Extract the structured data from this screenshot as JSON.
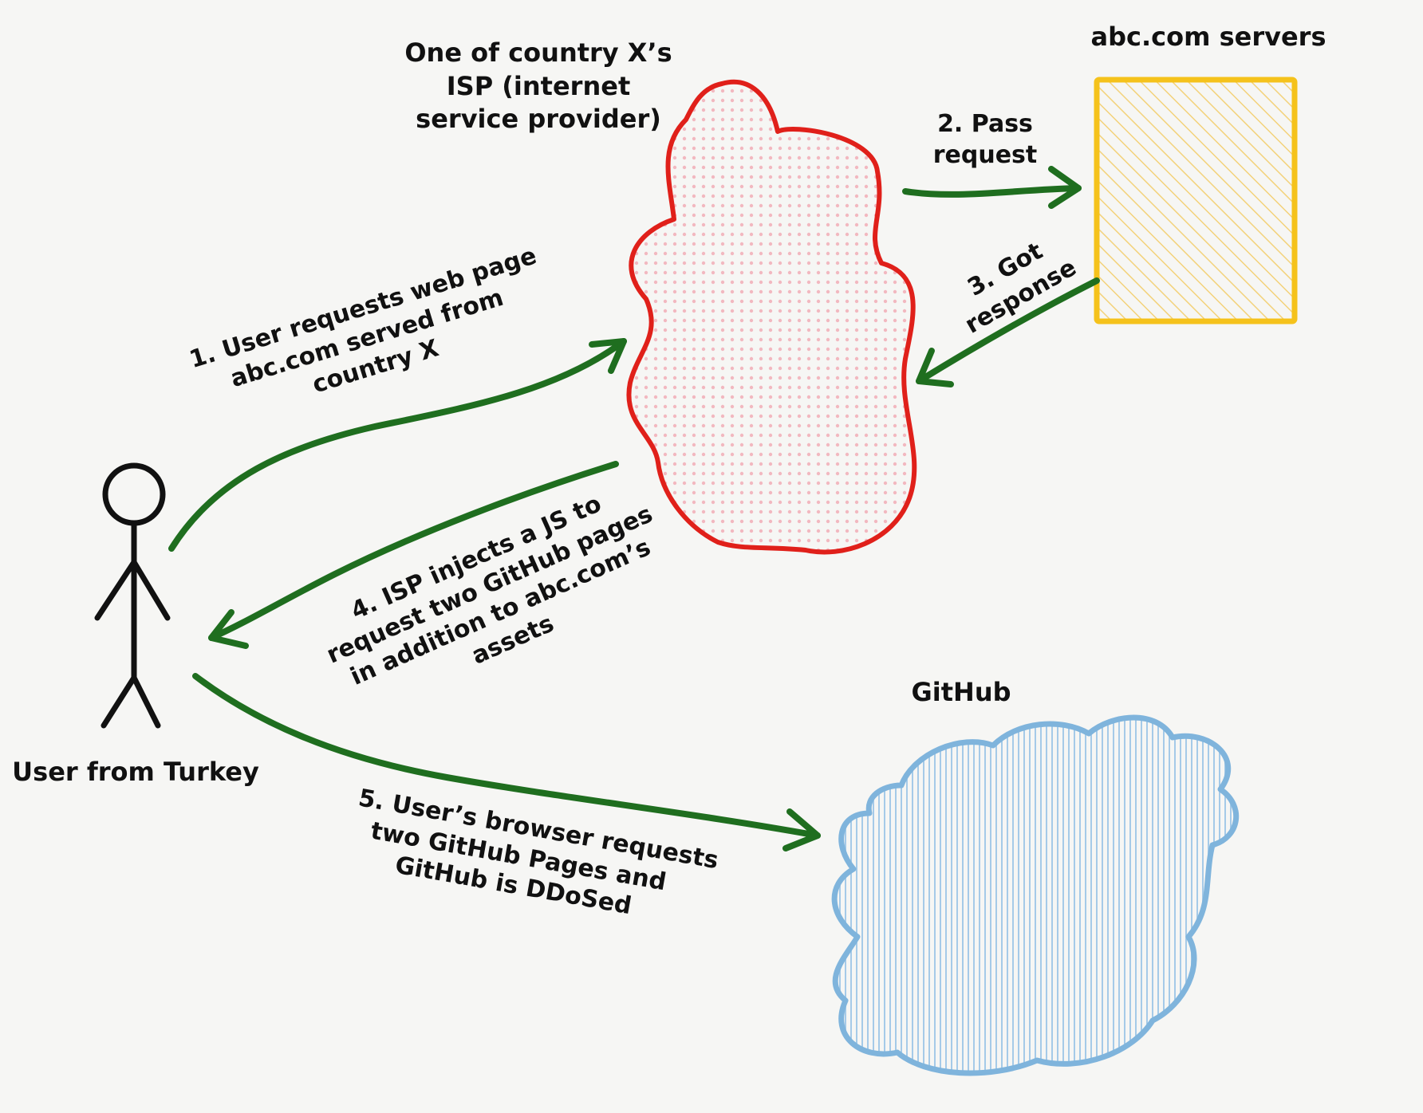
{
  "nodes": {
    "isp": {
      "title_lines": [
        "One of country X’s",
        "ISP (internet",
        "service provider)"
      ]
    },
    "servers": {
      "title": "abc.com servers"
    },
    "github": {
      "title": "GitHub"
    },
    "user": {
      "title": "User from Turkey"
    }
  },
  "edges": {
    "step1": {
      "lines": [
        "1. User requests web page",
        "abc.com served from",
        "country X"
      ]
    },
    "step2": {
      "lines": [
        "2. Pass",
        "request"
      ]
    },
    "step3": {
      "lines": [
        "3. Got",
        "response"
      ]
    },
    "step4": {
      "lines": [
        "4. ISP injects a JS to",
        "request two GitHub pages",
        "in addition to abc.com’s",
        "assets"
      ]
    },
    "step5": {
      "lines": [
        "5. User’s browser requests",
        "two GitHub Pages and",
        "GitHub is DDoSed"
      ]
    }
  },
  "colors": {
    "background": "#f6f6f4",
    "isp_outline": "#e0201a",
    "isp_fill_dots": "#f2b8c0",
    "server_outline": "#f5c21b",
    "server_hatch": "#f3d27a",
    "github_outline": "#7fb4dc",
    "github_hatch": "#9cc6e6",
    "arrow": "#1f6e1f",
    "stick_figure": "#111111"
  }
}
